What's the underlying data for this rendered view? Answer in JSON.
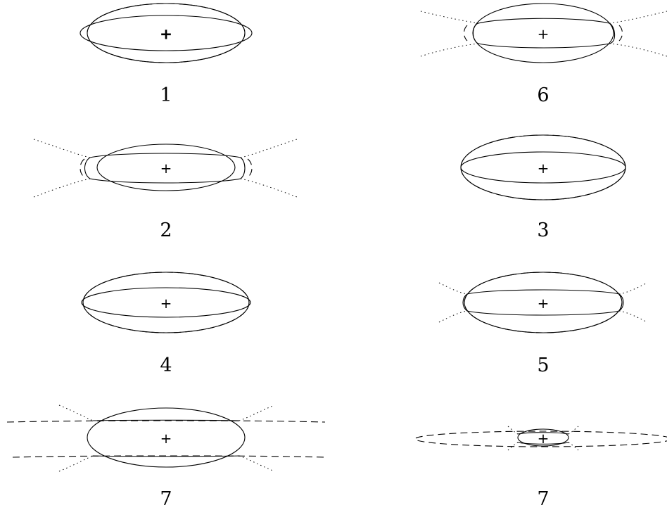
{
  "figure": {
    "panels": [
      {
        "id": "p1",
        "label": "1"
      },
      {
        "id": "p6",
        "label": "6"
      },
      {
        "id": "p2",
        "label": "2"
      },
      {
        "id": "p3",
        "label": "3"
      },
      {
        "id": "p4",
        "label": "4"
      },
      {
        "id": "p5",
        "label": "5"
      },
      {
        "id": "p7a",
        "label": "7"
      },
      {
        "id": "p7b",
        "label": "7"
      }
    ],
    "center_marker": "+"
  }
}
